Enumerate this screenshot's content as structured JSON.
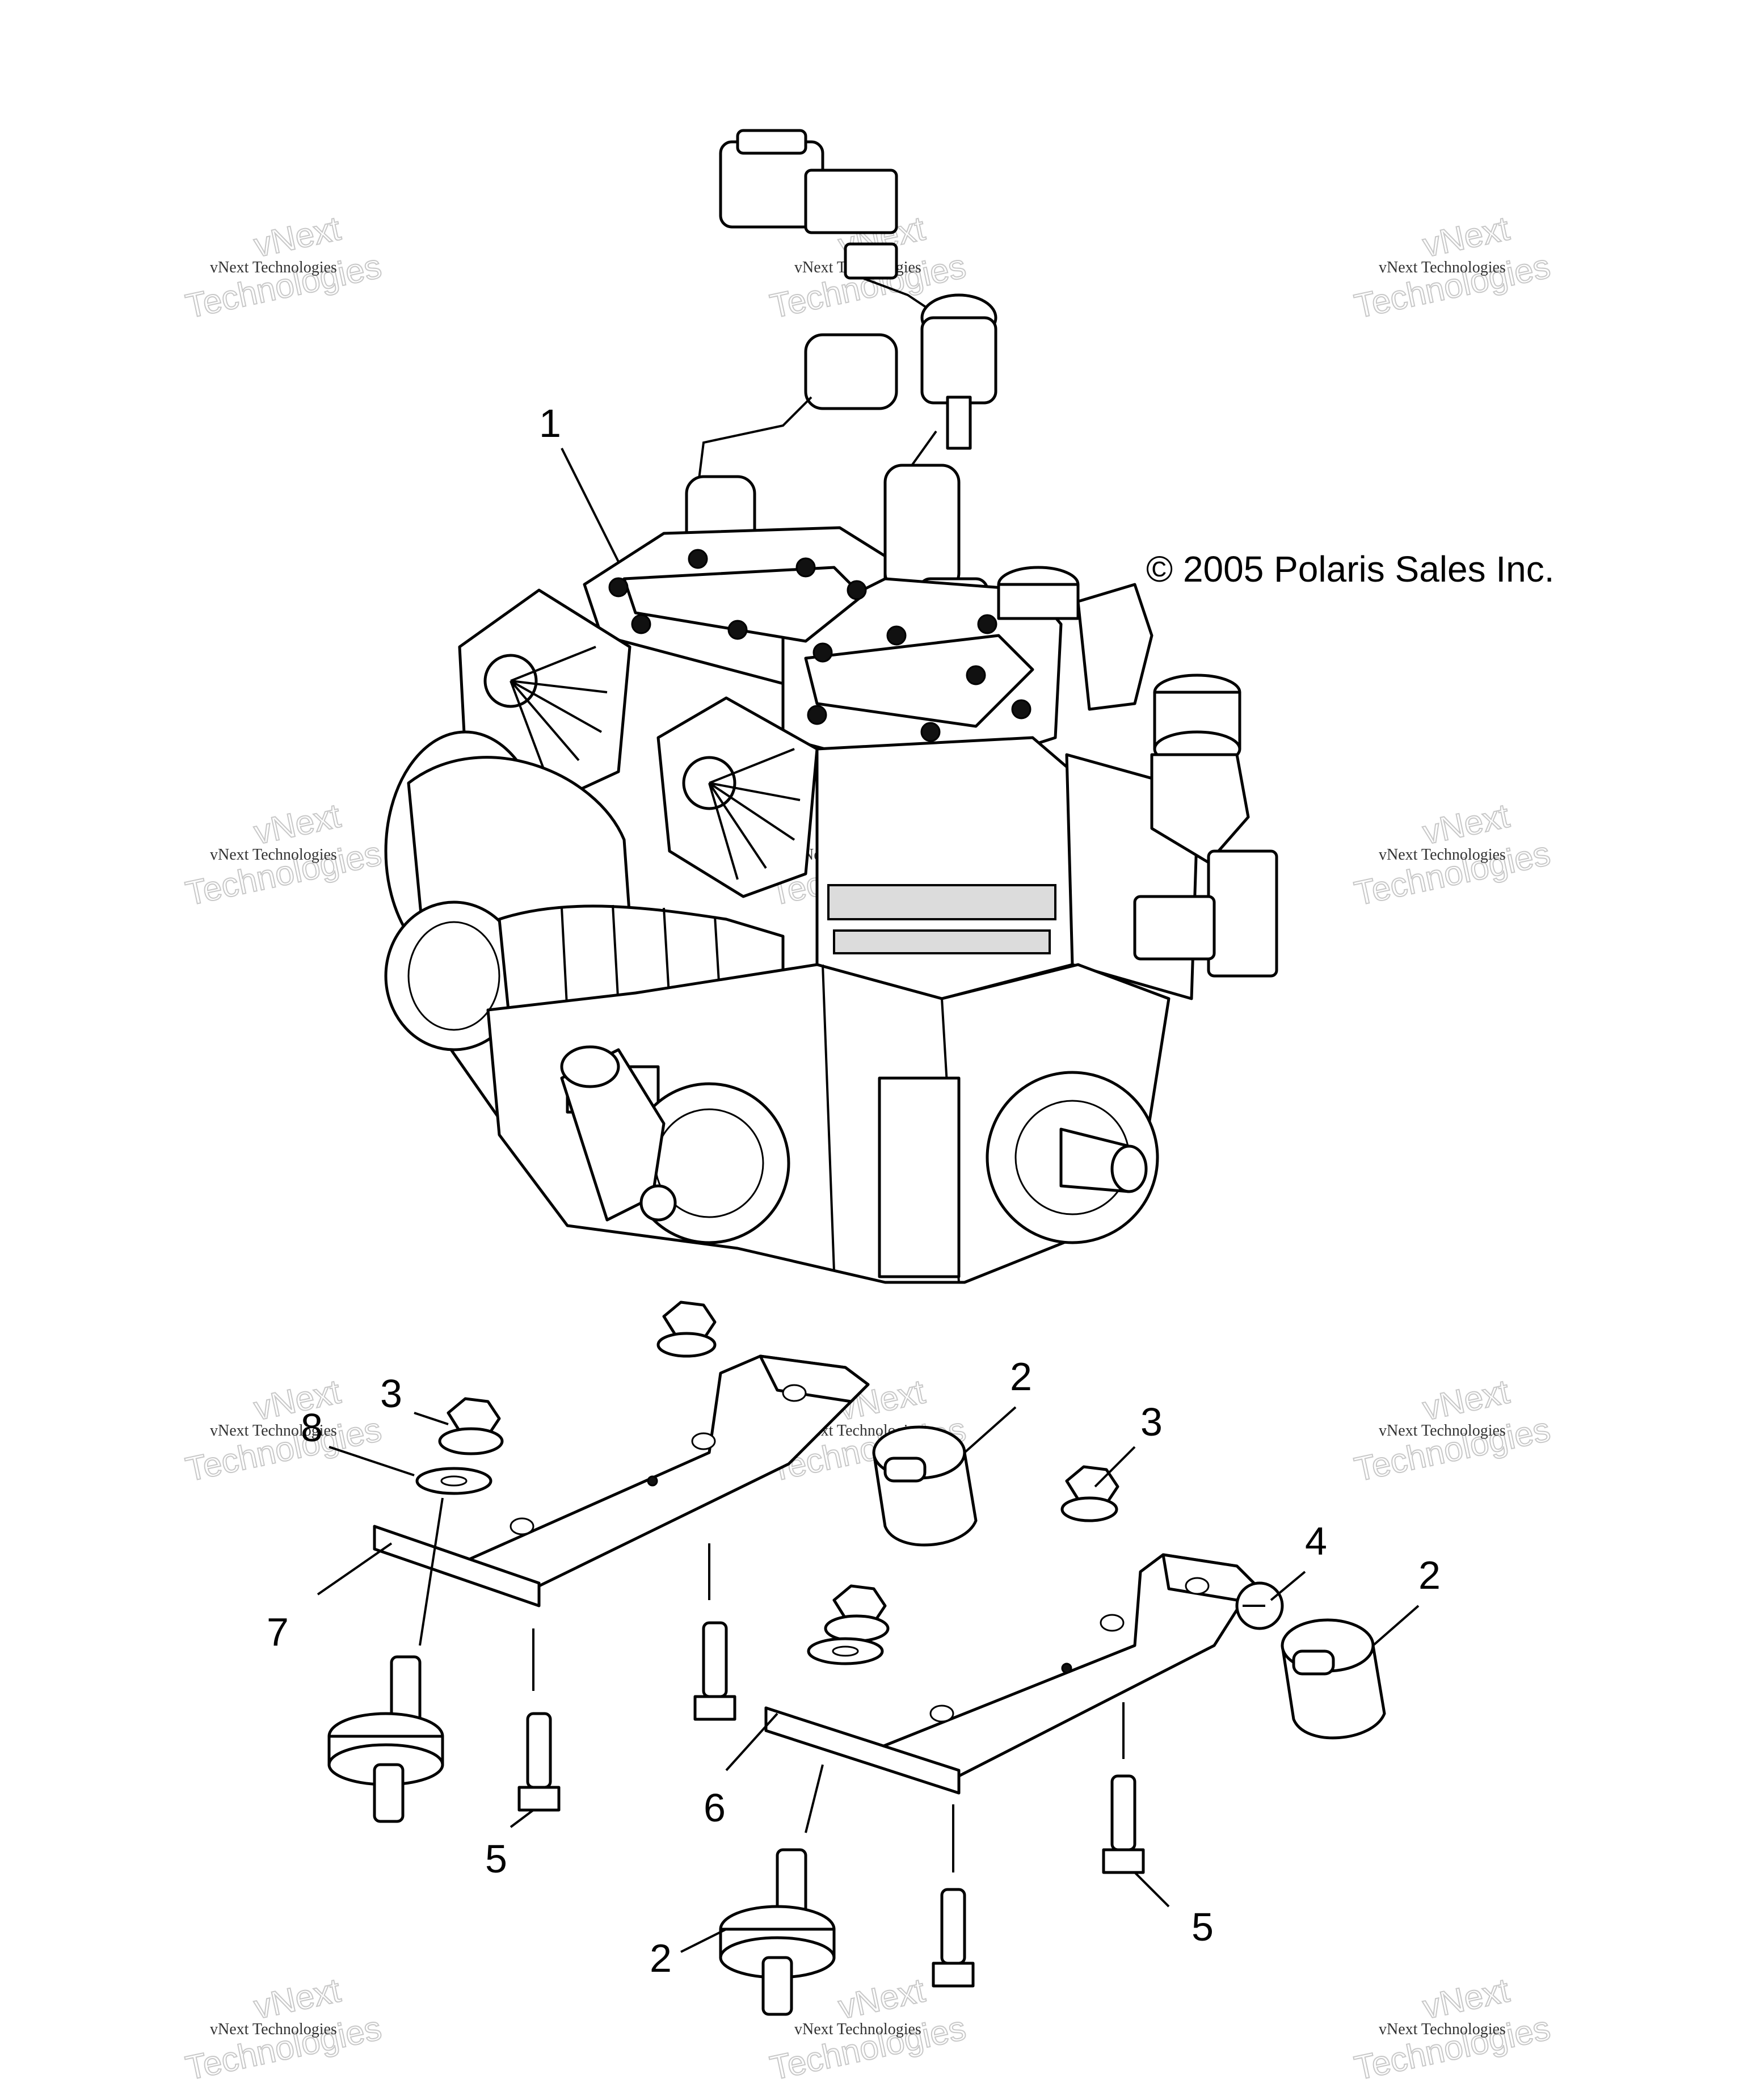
{
  "copyright": "© 2005 Polaris Sales Inc.",
  "watermark": {
    "small_text": "vNext Technologies",
    "big_line1": "vNext",
    "big_line2": "Technologies"
  },
  "callouts": [
    {
      "id": "c1",
      "label": "1"
    },
    {
      "id": "c2a",
      "label": "2"
    },
    {
      "id": "c2b",
      "label": "2"
    },
    {
      "id": "c2c",
      "label": "2"
    },
    {
      "id": "c3a",
      "label": "3"
    },
    {
      "id": "c3b",
      "label": "3"
    },
    {
      "id": "c4",
      "label": "4"
    },
    {
      "id": "c5a",
      "label": "5"
    },
    {
      "id": "c5b",
      "label": "5"
    },
    {
      "id": "c6",
      "label": "6"
    },
    {
      "id": "c7",
      "label": "7"
    },
    {
      "id": "c8",
      "label": "8"
    }
  ],
  "colors": {
    "line": "#000000",
    "background": "#ffffff",
    "watermark": "#c8c8c8"
  }
}
